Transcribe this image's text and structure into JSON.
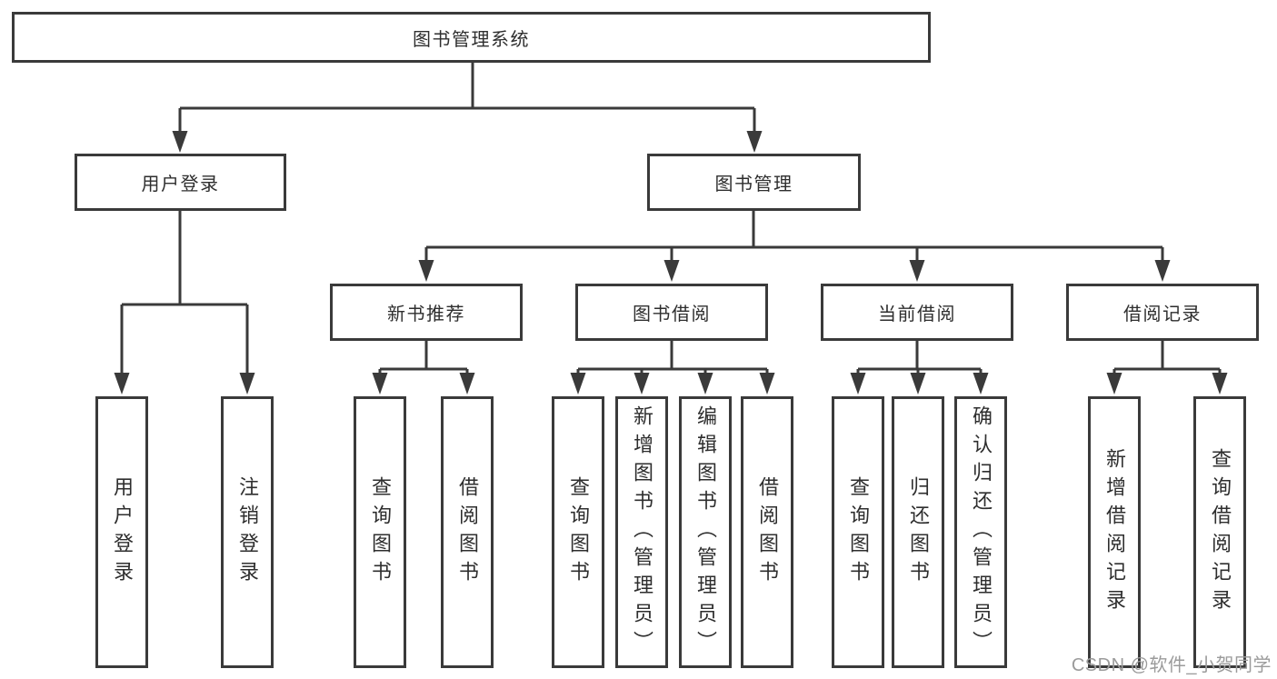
{
  "colors": {
    "line": "#3a3a3a",
    "text": "#2e2e2e",
    "watermark": "#9b9b9b",
    "bg": "#ffffff"
  },
  "diagram": {
    "root": "图书管理系统",
    "user": {
      "label": "用户登录",
      "children": [
        "用户登录",
        "注销登录"
      ]
    },
    "management": {
      "label": "图书管理",
      "groups": [
        {
          "label": "新书推荐",
          "children": [
            "查询图书",
            "借阅图书"
          ]
        },
        {
          "label": "图书借阅",
          "children": [
            "查询图书",
            "新增图书（管理员）",
            "编辑图书（管理员）",
            "借阅图书"
          ]
        },
        {
          "label": "当前借阅",
          "children": [
            "查询图书",
            "归还图书",
            "确认归还（管理员）"
          ]
        },
        {
          "label": "借阅记录",
          "children": [
            "新增借阅记录",
            "查询借阅记录"
          ]
        }
      ]
    }
  },
  "watermark": "CSDN @软件_小贺同学"
}
